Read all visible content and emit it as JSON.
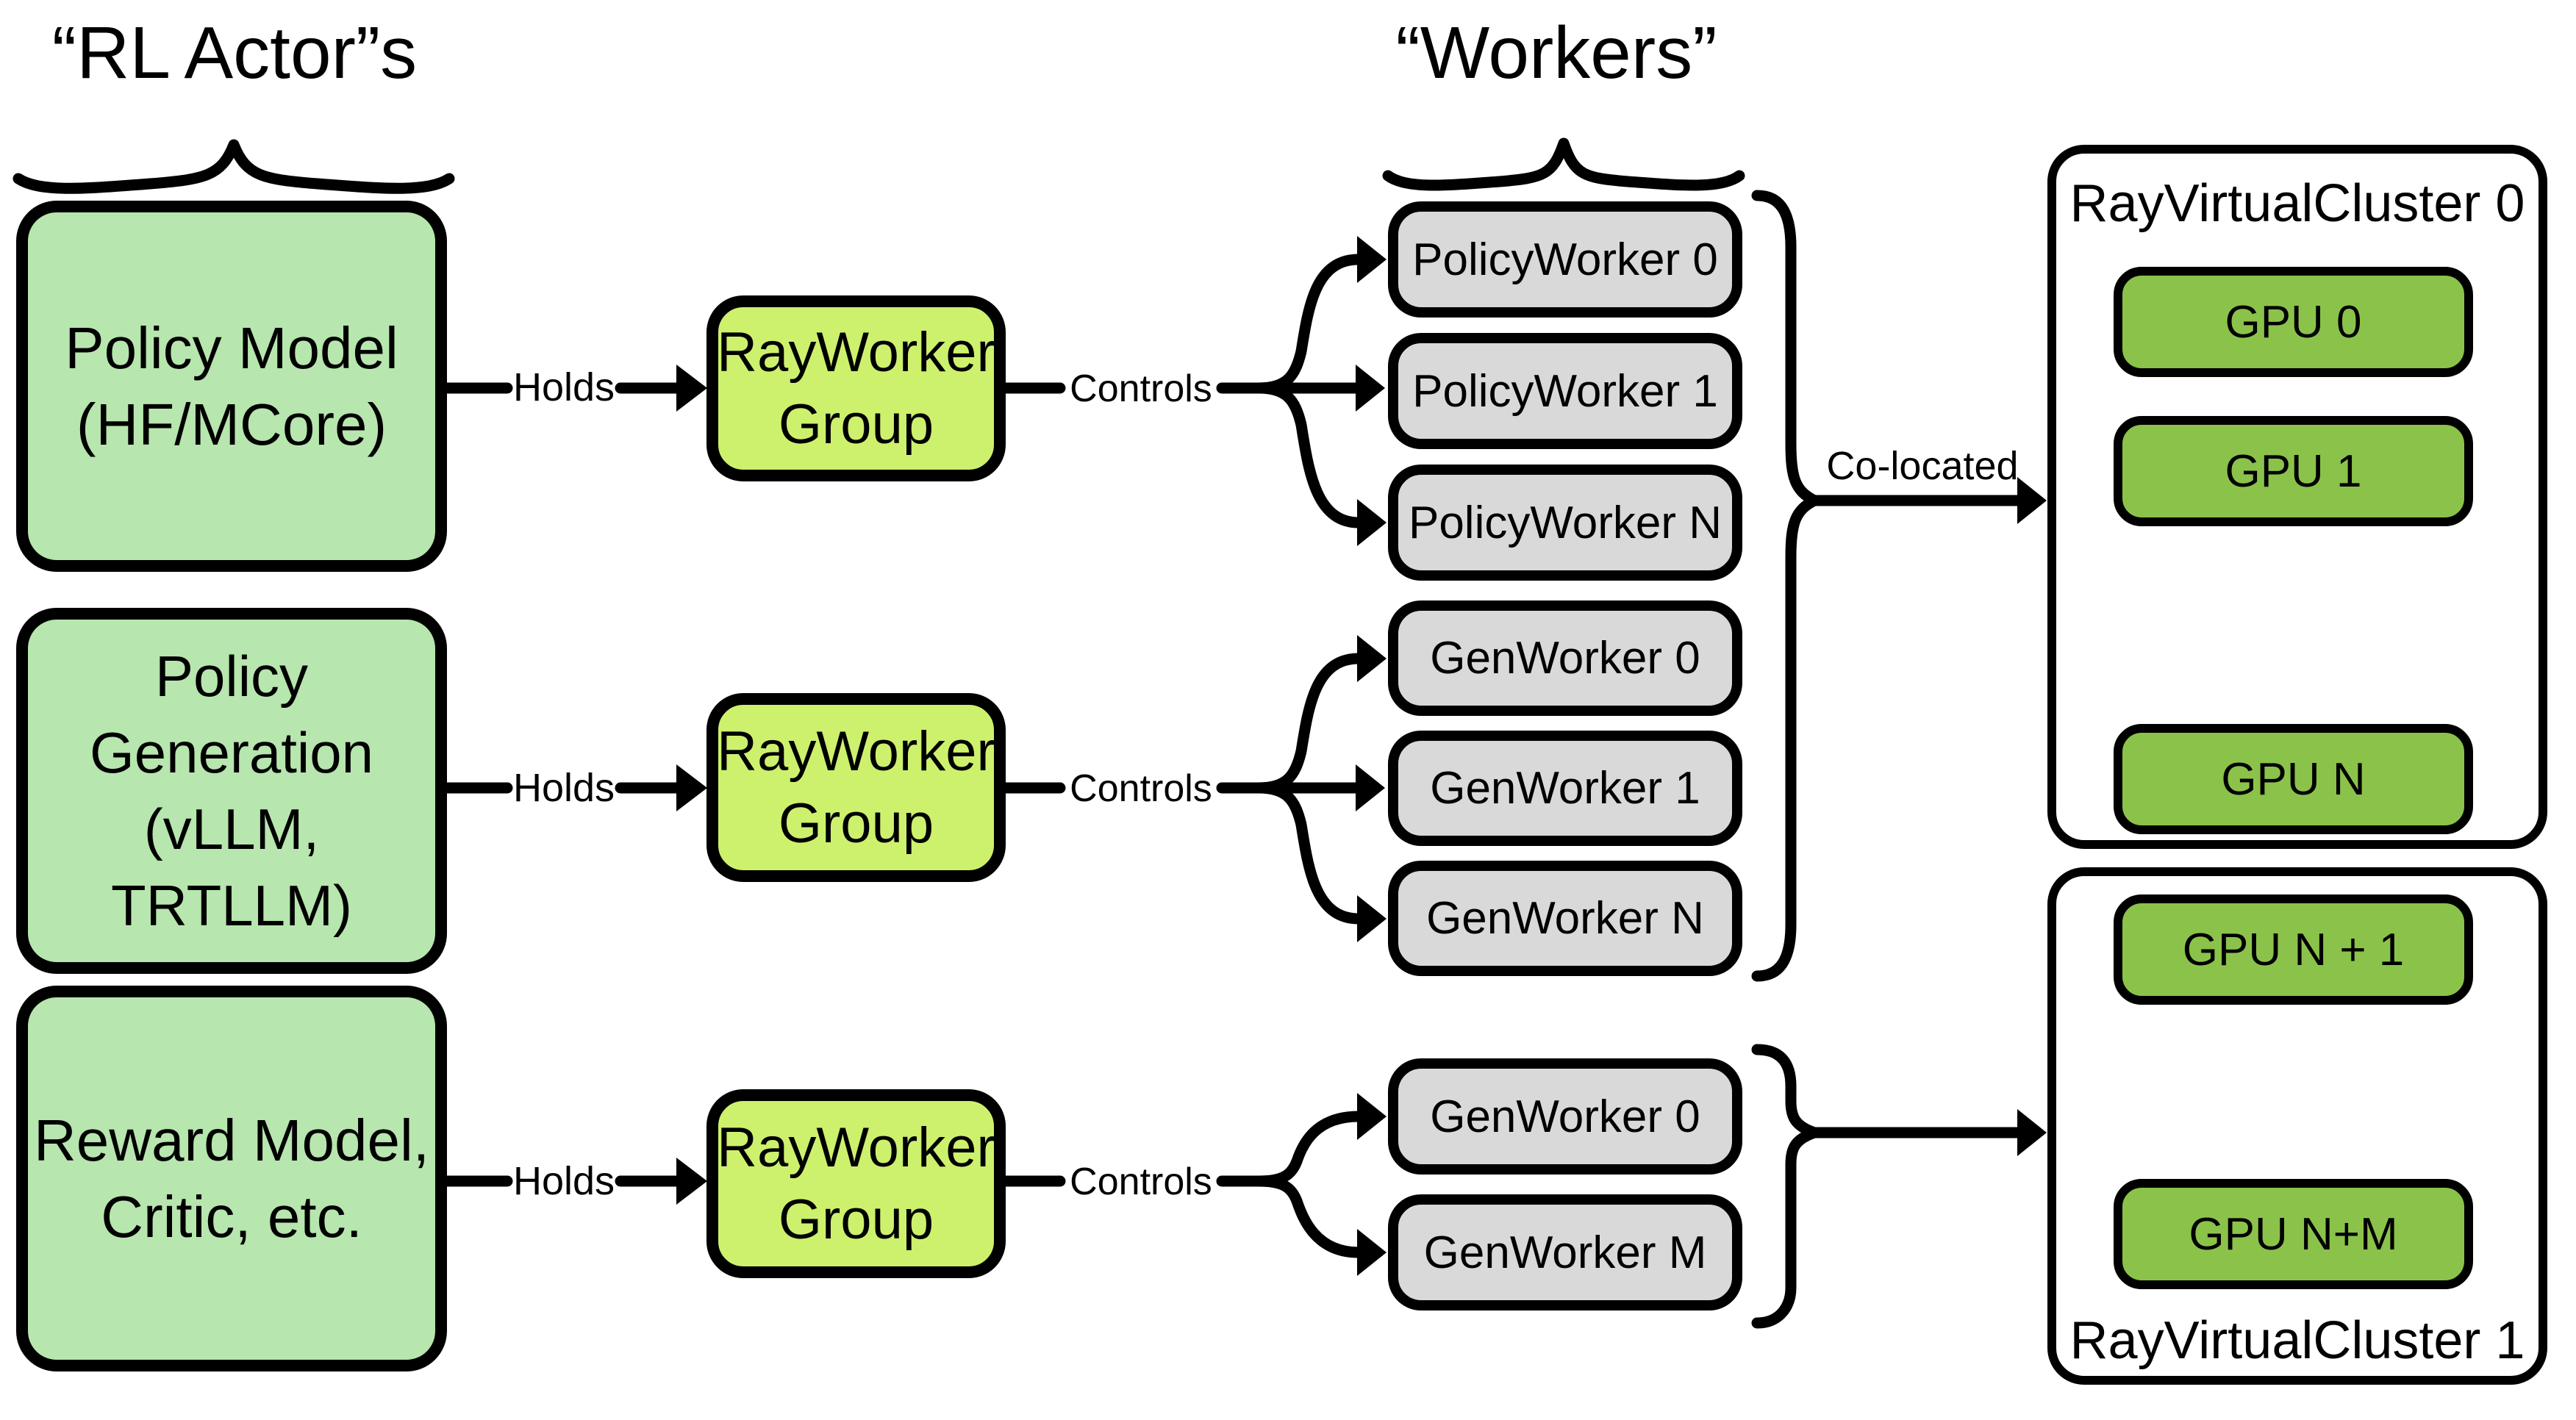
{
  "headers": {
    "rl_actors": "“RL Actor”s",
    "workers": "“Workers”"
  },
  "edge_labels": {
    "holds": "Holds",
    "controls": "Controls",
    "co_located": "Co-located"
  },
  "actors": [
    {
      "lines": [
        "Policy Model",
        "(HF/MCore)"
      ]
    },
    {
      "lines": [
        "Policy",
        "Generation",
        "(vLLM, TRTLLM)"
      ]
    },
    {
      "lines": [
        "Reward Model,",
        "Critic, etc."
      ]
    }
  ],
  "ray_worker_group": {
    "lines": [
      "RayWorker",
      "Group"
    ]
  },
  "worker_groups": [
    {
      "workers": [
        "PolicyWorker 0",
        "PolicyWorker 1",
        "PolicyWorker N"
      ]
    },
    {
      "workers": [
        "GenWorker 0",
        "GenWorker 1",
        "GenWorker N"
      ]
    },
    {
      "workers": [
        "GenWorker 0",
        "GenWorker M"
      ]
    }
  ],
  "clusters": [
    {
      "title": "RayVirtualCluster 0",
      "title_position": "top",
      "gpus": [
        "GPU 0",
        "GPU 1",
        "GPU N"
      ]
    },
    {
      "title": "RayVirtualCluster 1",
      "title_position": "bottom",
      "gpus": [
        "GPU N + 1",
        "GPU N+M"
      ]
    }
  ],
  "edges": [
    {
      "from": "Policy Model (HF/MCore)",
      "to": "RayWorker Group 1",
      "label": "Holds"
    },
    {
      "from": "Policy Generation (vLLM, TRTLLM)",
      "to": "RayWorker Group 2",
      "label": "Holds"
    },
    {
      "from": "Reward Model, Critic, etc.",
      "to": "RayWorker Group 3",
      "label": "Holds"
    },
    {
      "from": "RayWorker Group 1",
      "to": "PolicyWorker 0/1/N",
      "label": "Controls"
    },
    {
      "from": "RayWorker Group 2",
      "to": "GenWorker 0/1/N",
      "label": "Controls"
    },
    {
      "from": "RayWorker Group 3",
      "to": "GenWorker 0/M",
      "label": "Controls"
    },
    {
      "from": "PolicyWorkers + GenWorkers",
      "to": "RayVirtualCluster 0",
      "label": "Co-located"
    },
    {
      "from": "GenWorker 0/M",
      "to": "RayVirtualCluster 1",
      "label": ""
    }
  ],
  "colors": {
    "background": "#ffffff",
    "outline": "#000000",
    "text": "#000000",
    "actor-fill": "#b7e6ae",
    "group-fill": "#cdf16d",
    "worker-fill": "#d9d9d9",
    "cluster-fill": "#ffffff",
    "gpu-fill": "#8bc34a"
  }
}
